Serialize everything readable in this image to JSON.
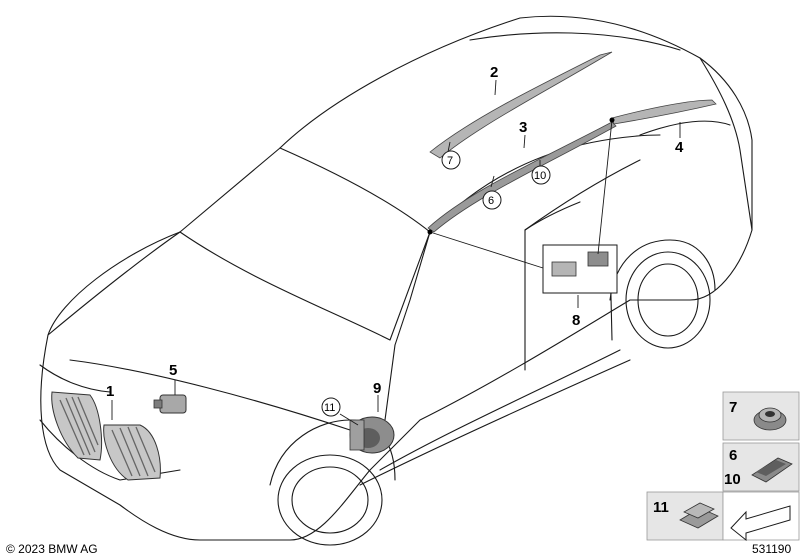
{
  "callouts": {
    "c1": "1",
    "c2": "2",
    "c3": "3",
    "c4": "4",
    "c5": "5",
    "c6": "6",
    "c7": "7",
    "c8": "8",
    "c9": "9",
    "c10": "10",
    "c11": "11"
  },
  "legend": {
    "box1_number": "7",
    "box2_numbers": [
      "6",
      "10"
    ],
    "box3_number": "11"
  },
  "footer": {
    "copyright": "© 2023 BMW AG",
    "diagram_id": "531190"
  },
  "colors": {
    "outline": "#1a1a1a",
    "part_fill": "#b5b5b5",
    "part_dark": "#7d7d7d",
    "legend_bg": "#e6e6e6"
  }
}
